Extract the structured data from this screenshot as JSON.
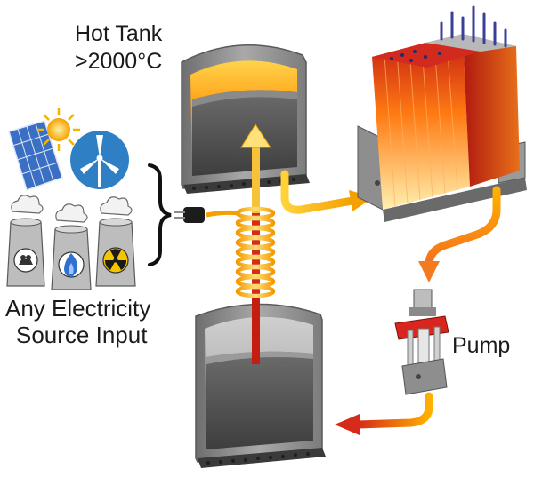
{
  "labels": {
    "hot_tank_title": "Hot Tank",
    "hot_tank_temp": ">2000°C",
    "source_line1": "Any Electricity",
    "source_line2": "Source Input",
    "pump": "Pump"
  },
  "icons": [
    "solar-panel-icon",
    "sun-icon",
    "wind-turbine-icon",
    "coal-plant-icon",
    "gas-plant-icon",
    "nuclear-plant-icon",
    "power-plug-icon"
  ],
  "colors": {
    "hot_flow": "#f4b400",
    "cool_flow": "#f47a20",
    "return_flow": "#d62a1a",
    "tank_shell": "#8a8a8a",
    "hot_glow": "#ff8a00",
    "power_block_red": "#d8251e"
  }
}
